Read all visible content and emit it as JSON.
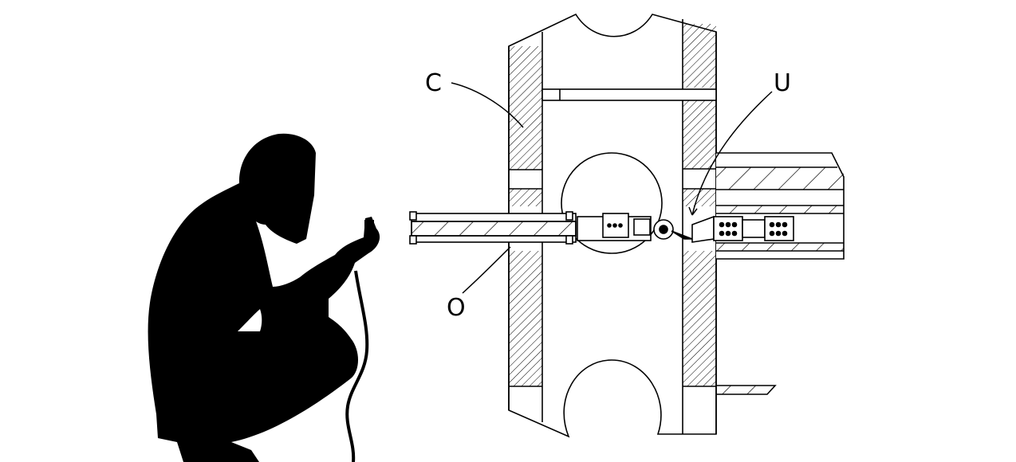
{
  "diagram": {
    "labels": {
      "c": "C",
      "u": "U",
      "o": "O"
    },
    "colors": {
      "ink": "#000000",
      "paper": "#ffffff"
    }
  }
}
